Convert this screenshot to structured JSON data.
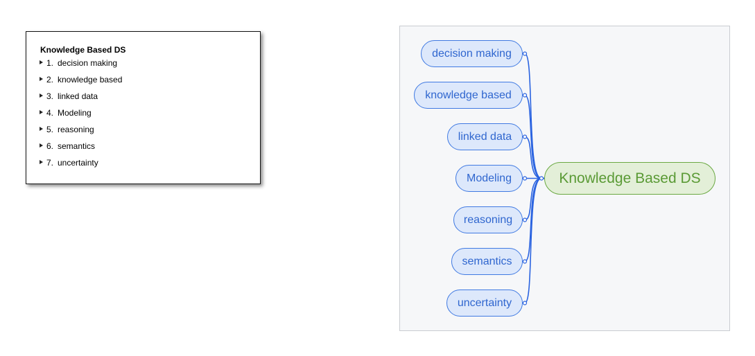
{
  "outline": {
    "title": "Knowledge Based DS",
    "items": [
      {
        "number": "1.",
        "label": "decision making"
      },
      {
        "number": "2.",
        "label": "knowledge based"
      },
      {
        "number": "3.",
        "label": "linked data"
      },
      {
        "number": "4.",
        "label": "Modeling"
      },
      {
        "number": "5.",
        "label": "reasoning"
      },
      {
        "number": "6.",
        "label": "semantics"
      },
      {
        "number": "7.",
        "label": "uncertainty"
      }
    ]
  },
  "mindmap": {
    "root": {
      "label": "Knowledge Based DS"
    },
    "children": [
      {
        "label": "decision making"
      },
      {
        "label": "knowledge based"
      },
      {
        "label": "linked data"
      },
      {
        "label": "Modeling"
      },
      {
        "label": "reasoning"
      },
      {
        "label": "semantics"
      },
      {
        "label": "uncertainty"
      }
    ],
    "colors": {
      "child_fill": "#dde8fb",
      "child_stroke": "#3f79e2",
      "child_text": "#2f66cf",
      "root_fill": "#e3efd8",
      "root_stroke": "#6aa842",
      "root_text": "#5a9a35",
      "edge": "#2a63e0"
    }
  }
}
